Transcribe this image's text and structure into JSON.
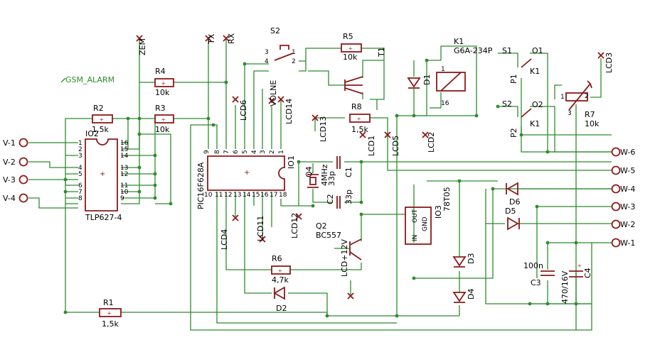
{
  "schematic": {
    "net_label": "GSM_ALARM",
    "left_connectors": [
      "V-1",
      "V-2",
      "V-3",
      "V-4"
    ],
    "right_connectors": [
      "W-6",
      "W-5",
      "W-4",
      "W-3",
      "W-2",
      "W-1"
    ],
    "ic_optocoupler": {
      "ref": "IO2",
      "value": "TLP627-4",
      "pins_left": [
        "1",
        "2",
        "3",
        "4",
        "5",
        "6",
        "7",
        "8"
      ],
      "pins_right": [
        "16",
        "15",
        "14",
        "13",
        "12",
        "11",
        "10",
        "9"
      ]
    },
    "ic_mcu": {
      "ref": "IO1",
      "value": "PIC16F628A",
      "pins_top": [
        "9",
        "8",
        "7",
        "6",
        "5",
        "4",
        "3",
        "2",
        "1"
      ],
      "pins_bottom": [
        "10",
        "11",
        "12",
        "13",
        "14",
        "15",
        "16",
        "17",
        "18"
      ]
    },
    "ic_regulator": {
      "ref": "IO3",
      "value": "78T05",
      "pin_in": "IN",
      "pin_gnd": "GND",
      "pin_out": "OUT"
    },
    "resistors": {
      "r1": {
        "ref": "R1",
        "value": "1,5k"
      },
      "r2": {
        "ref": "R2",
        "value": "1,5k"
      },
      "r3": {
        "ref": "R3",
        "value": "10k"
      },
      "r4": {
        "ref": "R4",
        "value": "10k"
      },
      "r5": {
        "ref": "R5",
        "value": "10k"
      },
      "r6": {
        "ref": "R6",
        "value": "4,7k"
      },
      "r7": {
        "ref": "R7",
        "value": "10k",
        "p1": "1",
        "p2": "2",
        "p3": "3"
      },
      "r8": {
        "ref": "R8",
        "value": "1,5k"
      }
    },
    "capacitors": {
      "c1": {
        "ref": "C1",
        "value": "33p"
      },
      "c2": {
        "ref": "C2",
        "value": "33p"
      },
      "c3": {
        "ref": "C3",
        "value": "100n"
      },
      "c4": {
        "ref": "C4",
        "value": "470/16V"
      }
    },
    "crystal": {
      "ref": "Q4",
      "value": "4MHz"
    },
    "transistors": {
      "t1": {
        "ref": "T1"
      },
      "q2": {
        "ref": "Q2",
        "value": "BC557"
      }
    },
    "relay": {
      "ref": "K1",
      "value": "G6A-234P",
      "pin1": "1",
      "pin16": "16",
      "contacts": [
        "S1",
        "O1",
        "P1",
        "K1",
        "S2",
        "O2",
        "P2",
        "K1"
      ]
    },
    "switch": {
      "ref": "S2",
      "pins": [
        "3",
        "1",
        "4",
        "2"
      ]
    },
    "diodes": [
      "D1",
      "D2",
      "D3",
      "D4",
      "D5",
      "D6"
    ],
    "test_points": [
      "ZEM",
      "TX",
      "RX",
      "LCD6",
      "VOLNE",
      "LCD14",
      "LCD13",
      "LCD1",
      "LCD5",
      "LCD2",
      "LCD3",
      "LCD4",
      "LCD11",
      "LCD12",
      "LCD+12V"
    ]
  }
}
